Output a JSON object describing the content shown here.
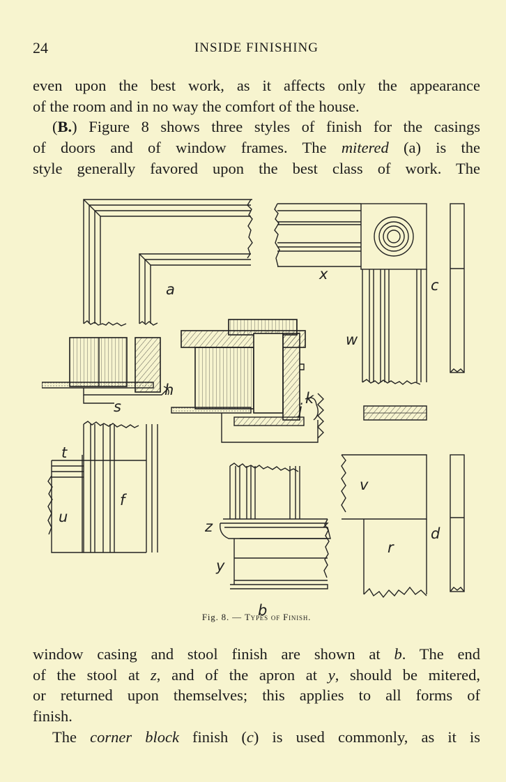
{
  "header": {
    "page_number": "24",
    "running_title": "INSIDE FINISHING"
  },
  "para1": {
    "lines": [
      "even upon the best work, as it affects only the appearance",
      "of the room and in no way the comfort of the house."
    ]
  },
  "para2": {
    "b_label": "B.",
    "l1_pre": "Figure 8 shows three styles of finish for the casings",
    "l2_pre": "of doors and of window frames.  The ",
    "l2_em": "mitered",
    "l2_post": " (a) is the",
    "l3": "style generally favored upon the best class of work.  The"
  },
  "figure": {
    "labels": {
      "a": "a",
      "b": "b",
      "c": "c",
      "d": "d",
      "f": "f",
      "h": "h",
      "j": "j",
      "k": "k",
      "r": "r",
      "s": "s",
      "t": "t",
      "u": "u",
      "v": "v",
      "w": "w",
      "x": "x",
      "y": "y",
      "z": "z"
    },
    "caption_prefix": "Fig. 8.",
    "caption_text": "Types of Finish."
  },
  "para3": {
    "l1a": "window casing and stool finish are shown at ",
    "l1b": "b",
    "l1c": ".  The end",
    "l2a": "of the stool at ",
    "l2b": "z",
    "l2c": ", and of the apron at ",
    "l2d": "y",
    "l2e": ", should be mitered,",
    "l3": "or returned upon themselves; this applies to all forms of",
    "l4": "finish."
  },
  "para4": {
    "pre": "The ",
    "em": "corner block",
    "mid": " finish (",
    "c": "c",
    "post": ") is used commonly, as it is"
  }
}
